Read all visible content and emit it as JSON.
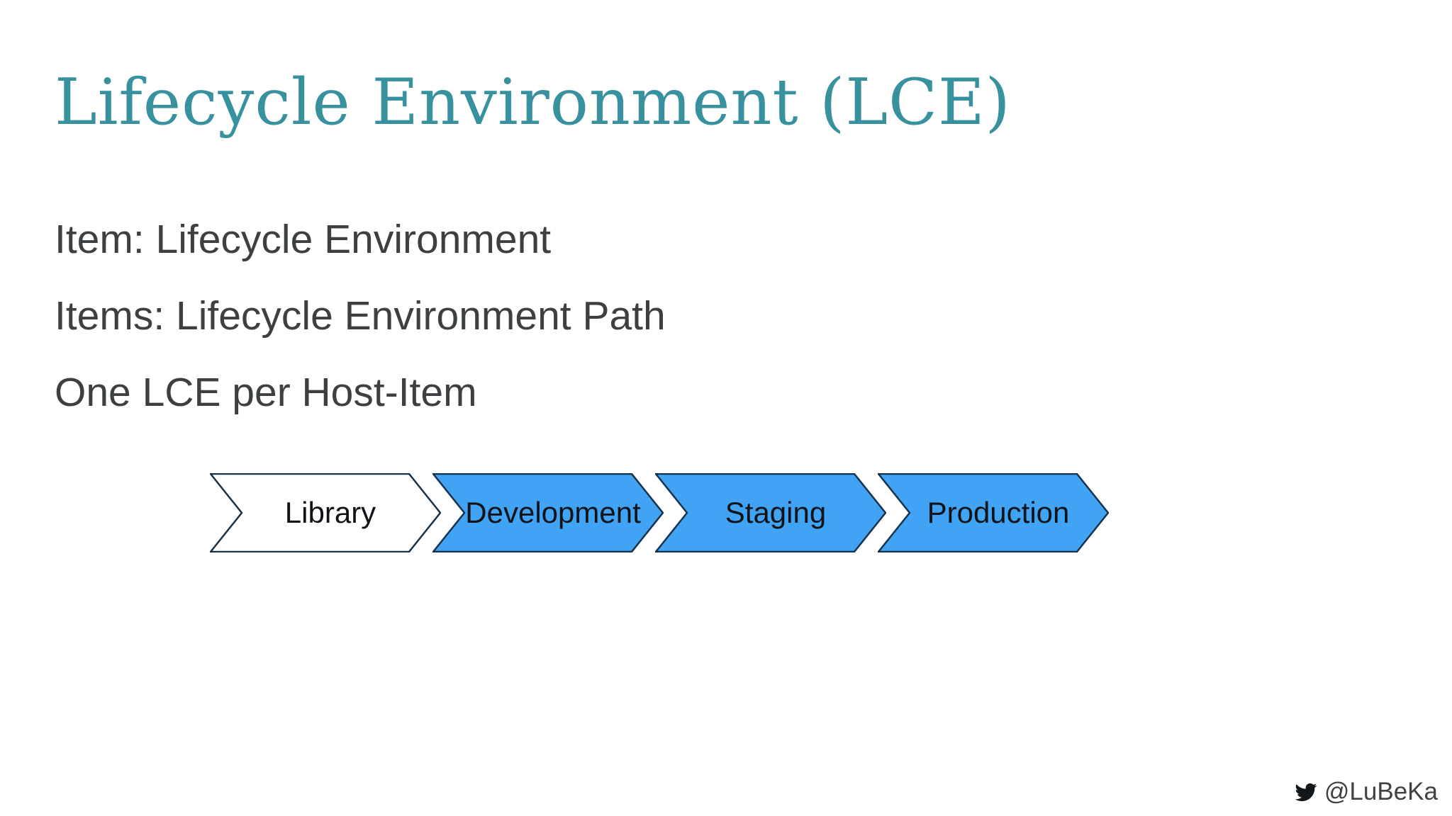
{
  "slide": {
    "title": "Lifecycle Environment (LCE)",
    "bullets": [
      "Item: Lifecycle Environment",
      "Items: Lifecycle Environment Path",
      "One LCE per Host-Item"
    ],
    "diagram": {
      "type": "process-flow",
      "stages": [
        {
          "label": "Library",
          "fill": "#ffffff"
        },
        {
          "label": "Development",
          "fill": "#41a3f3"
        },
        {
          "label": "Staging",
          "fill": "#41a3f3"
        },
        {
          "label": "Production",
          "fill": "#41a3f3"
        }
      ],
      "border_color": "#16334a"
    },
    "footer": {
      "icon": "twitter-bird-icon",
      "handle": "@LuBeKa"
    },
    "colors": {
      "title": "#37919f",
      "body_text": "#3c4043",
      "footer_text": "#3f4245",
      "stage_blue": "#41a3f3",
      "stage_white": "#ffffff",
      "icon_black": "#14171a"
    }
  }
}
